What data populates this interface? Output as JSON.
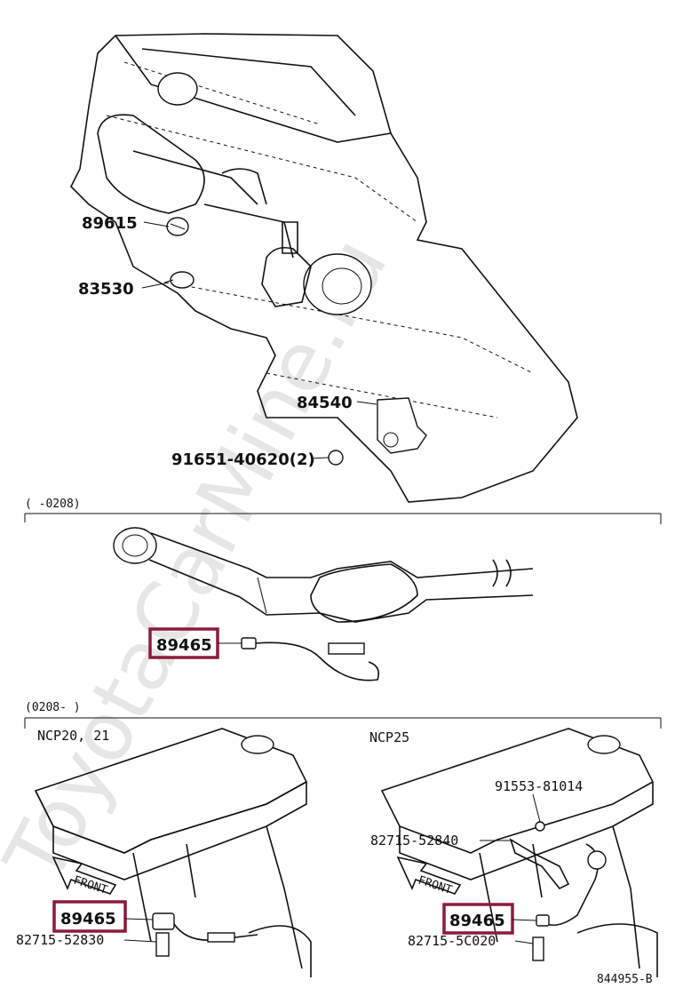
{
  "watermark": "ToyotaCarMine.ru",
  "sections": {
    "range_old": "(     -0208)",
    "range_new": "(0208-      )",
    "model_left": "NCP20, 21",
    "model_right": "NCP25"
  },
  "parts": {
    "p89615": "89615",
    "p83530": "83530",
    "p84540": "84540",
    "p91651": "91651-40620(2)",
    "p89465": "89465",
    "p82715_52830": "82715-52830",
    "p91553": "91553-81014",
    "p82715_52840": "82715-52840",
    "p82715_5c020": "82715-5C020"
  },
  "front_label": "FRONT",
  "diagram_id": "844955-B",
  "colors": {
    "highlight": "#8b1c3a",
    "ink": "#111111"
  }
}
